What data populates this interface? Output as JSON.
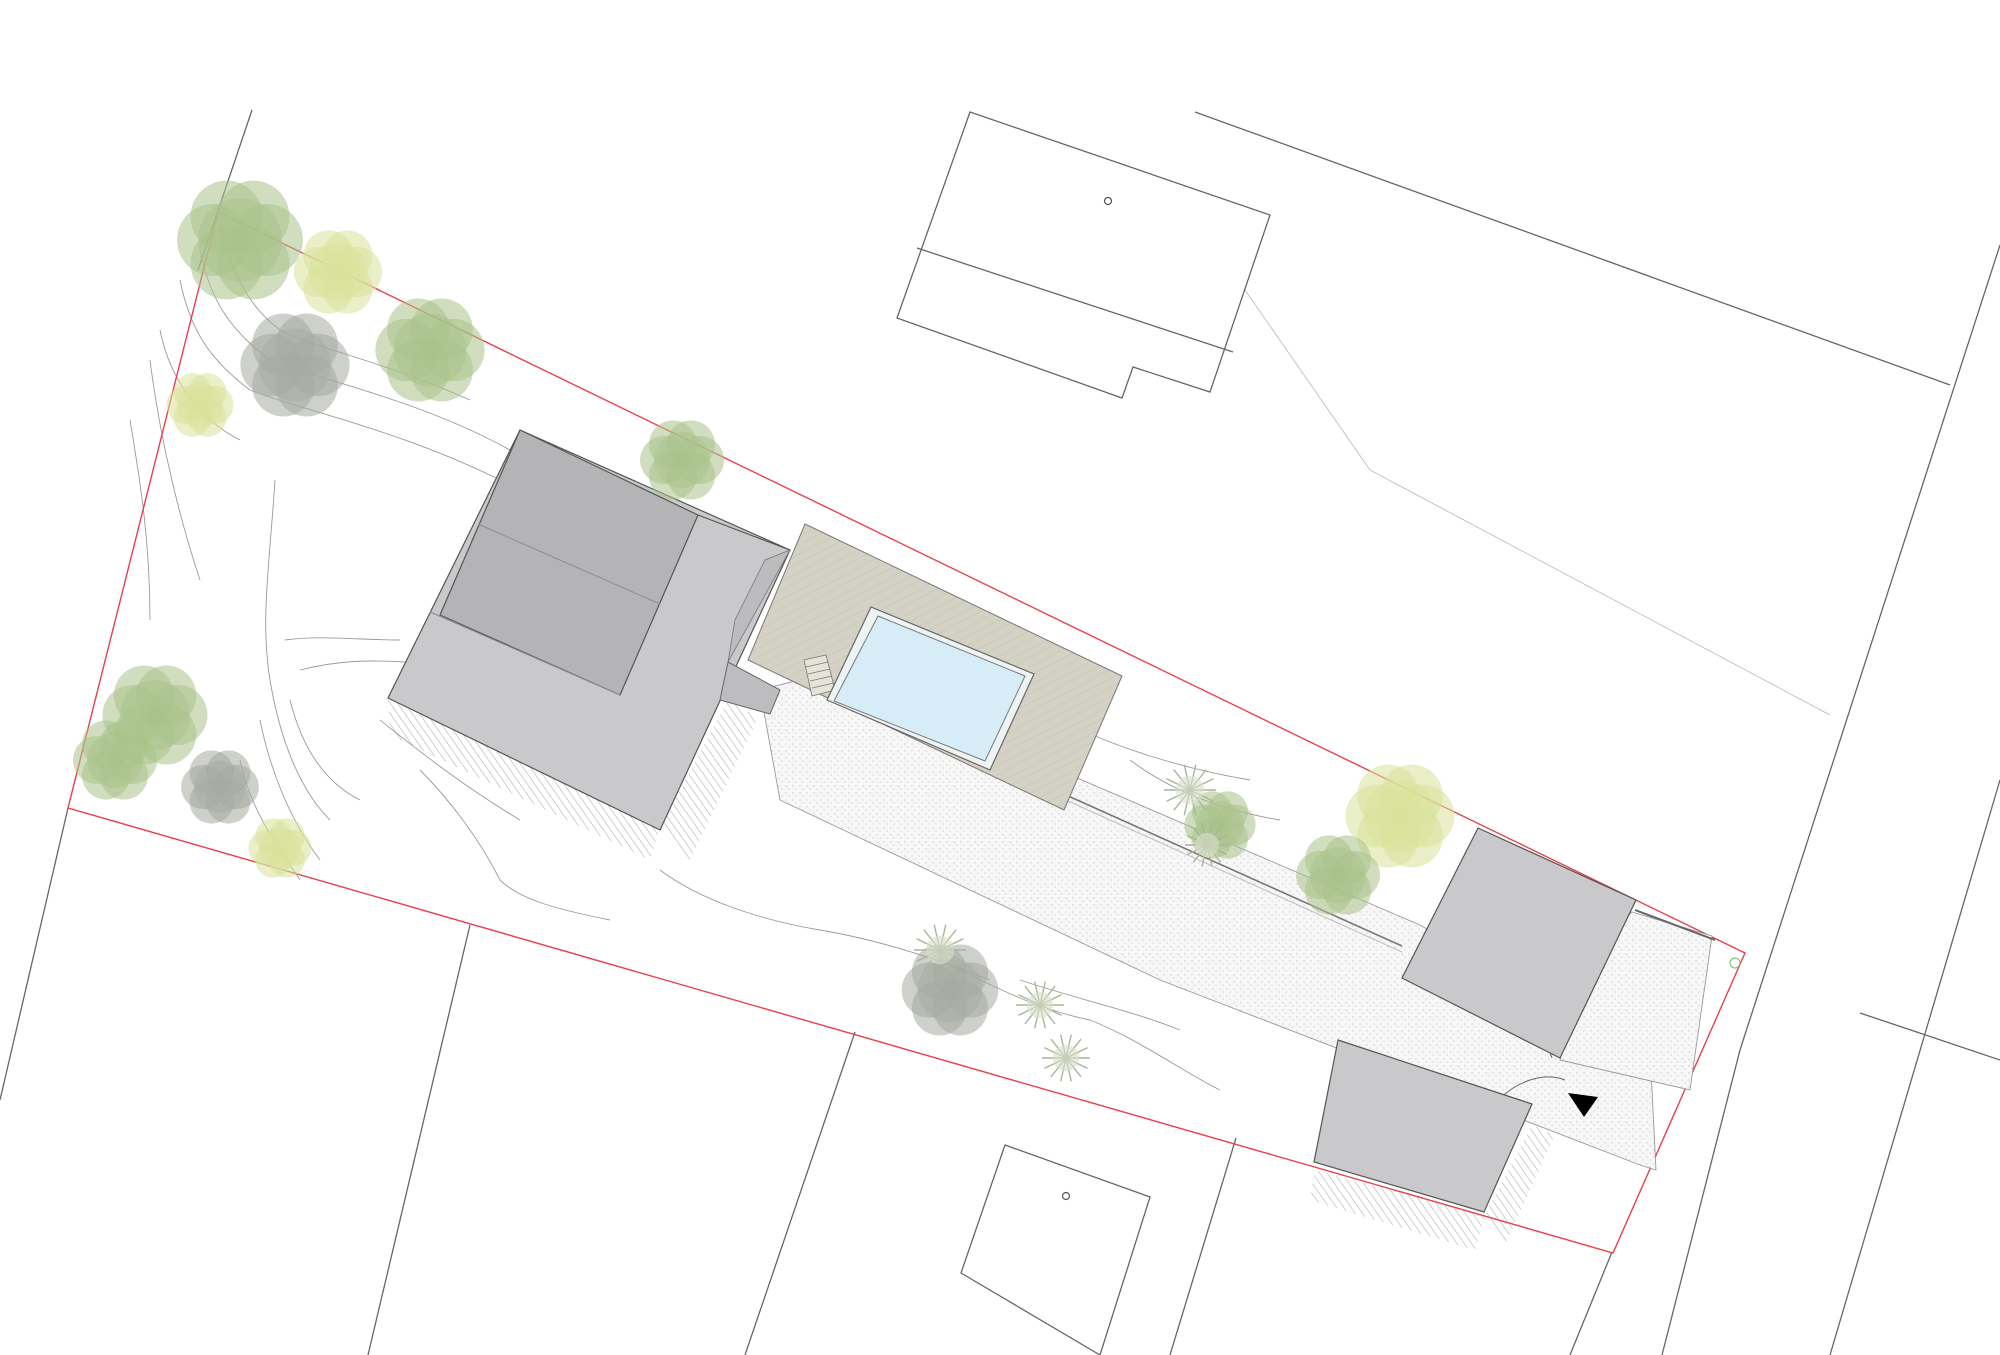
{
  "drawing": {
    "type": "architectural site plan",
    "colors": {
      "plot_boundary": "#e8404a",
      "roof_dark": "#b4b4b6",
      "roof_light": "#c9c9cb",
      "deck": "#d4d2c4",
      "pool_water": "#d6ecf6",
      "tree_green": "#a9c28a",
      "tree_yellow": "#d9e29a",
      "tree_grey": "#a6aaa0",
      "entrance_marker": "#000000"
    },
    "trees": [
      {
        "tone": "tree_green"
      },
      {
        "tone": "tree_yellow"
      },
      {
        "tone": "tree_grey"
      },
      {
        "tone": "tree_green"
      },
      {
        "tone": "tree_yellow"
      },
      {
        "tone": "tree_green"
      },
      {
        "tone": "tree_green"
      },
      {
        "tone": "tree_green"
      },
      {
        "tone": "tree_grey"
      },
      {
        "tone": "tree_yellow"
      },
      {
        "tone": "tree_yellow"
      },
      {
        "tone": "tree_green"
      },
      {
        "tone": "tree_green"
      },
      {
        "tone": "tree_grey"
      }
    ],
    "palms": 5
  }
}
